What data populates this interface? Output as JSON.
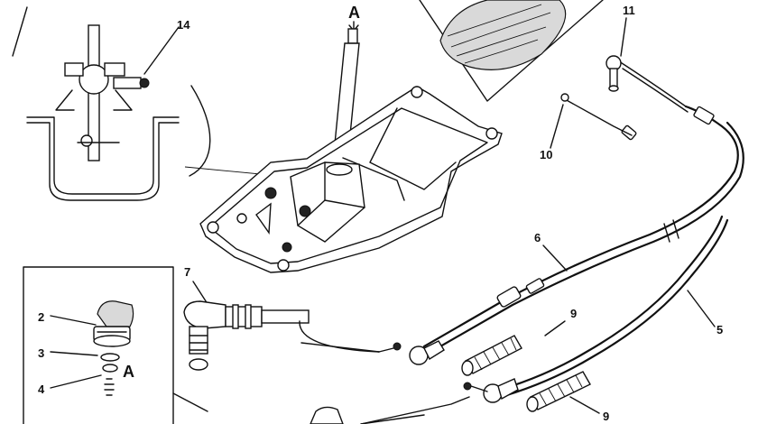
{
  "callouts": {
    "arrow_a_top": "A",
    "arrow_a_inset": "A",
    "c14": "14",
    "c11": "11",
    "c10": "10",
    "c6": "6",
    "c7": "7",
    "c2": "2",
    "c3": "3",
    "c4": "4",
    "c9a": "9",
    "c9b": "9",
    "c5": "5"
  }
}
